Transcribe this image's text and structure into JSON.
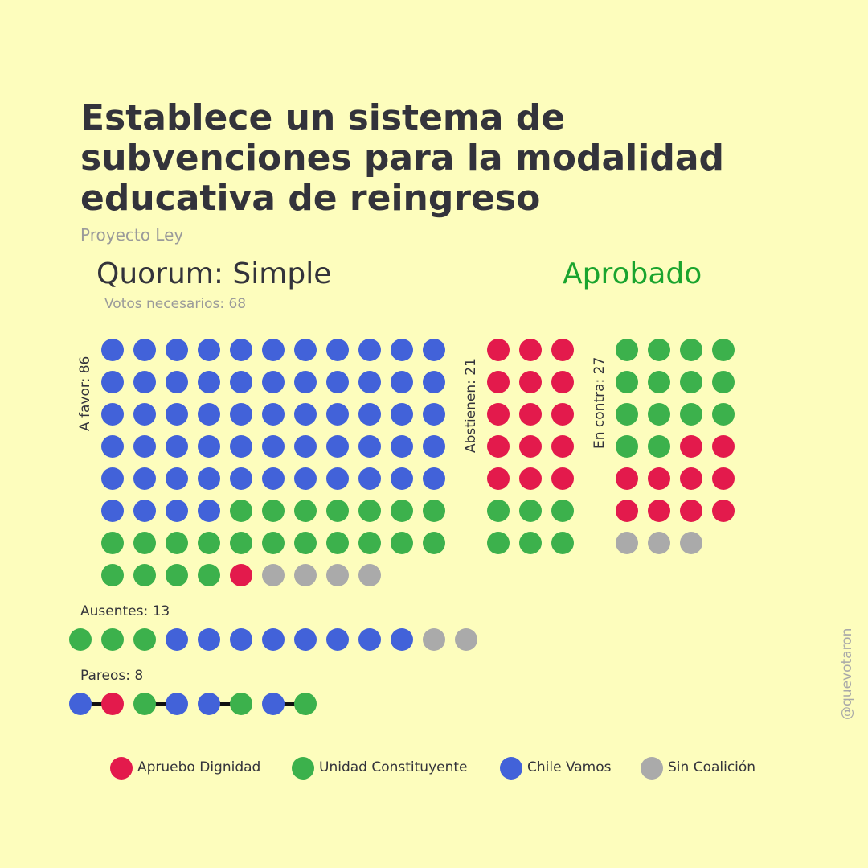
{
  "title": "Establece un sistema de subvenciones para la modalidad educativa de reingreso",
  "subtitle": "Proyecto Ley",
  "quorum": "Quorum: Simple",
  "votes_needed": "Votos necesarios: 68",
  "result": "Aprobado",
  "handle": "@quevotaron",
  "colors": {
    "apruebo_dignidad": "#e31a4c",
    "unidad_constituyente": "#3cb14c",
    "chile_vamos": "#4262d9",
    "sin_coalicion": "#aaaaaa",
    "result": "#1aa42e"
  },
  "labels": {
    "a_favor": "A favor: 86",
    "abstienen": "Abstienen: 21",
    "en_contra": "En contra: 27",
    "ausentes": "Ausentes: 13",
    "pareos": "Pareos: 8"
  },
  "legend": [
    {
      "key": "apruebo_dignidad",
      "label": "Apruebo Dignidad"
    },
    {
      "key": "unidad_constituyente",
      "label": "Unidad Constituyente"
    },
    {
      "key": "chile_vamos",
      "label": "Chile Vamos"
    },
    {
      "key": "sin_coalicion",
      "label": "Sin Coalición"
    }
  ],
  "chart_data": {
    "type": "waffle",
    "groups": [
      {
        "name": "A favor",
        "total": 86,
        "counts": {
          "chile_vamos": 59,
          "unidad_constituyente": 22,
          "apruebo_dignidad": 1,
          "sin_coalicion": 4
        }
      },
      {
        "name": "Abstienen",
        "total": 21,
        "counts": {
          "apruebo_dignidad": 15,
          "unidad_constituyente": 6
        }
      },
      {
        "name": "En contra",
        "total": 27,
        "counts": {
          "unidad_constituyente": 14,
          "apruebo_dignidad": 10,
          "sin_coalicion": 3
        }
      },
      {
        "name": "Ausentes",
        "total": 13,
        "counts": {
          "unidad_constituyente": 3,
          "chile_vamos": 8,
          "sin_coalicion": 2
        }
      },
      {
        "name": "Pareos",
        "total": 8,
        "pairs": [
          [
            "chile_vamos",
            "apruebo_dignidad"
          ],
          [
            "unidad_constituyente",
            "chile_vamos"
          ],
          [
            "chile_vamos",
            "unidad_constituyente"
          ],
          [
            "chile_vamos",
            "unidad_constituyente"
          ]
        ]
      }
    ]
  }
}
